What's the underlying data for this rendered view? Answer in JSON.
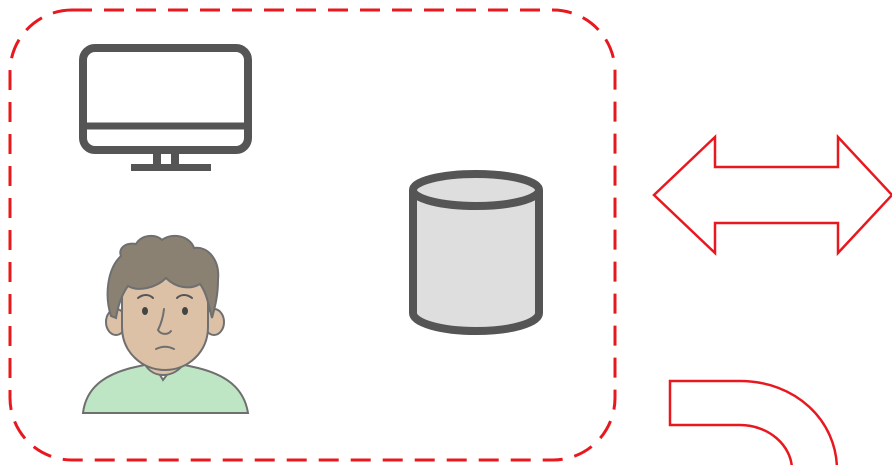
{
  "diagram": {
    "elements": [
      {
        "name": "local-group-boundary",
        "shape": "dashed-rounded-rectangle",
        "color": "#e8181f"
      },
      {
        "name": "monitor-icon",
        "icon": "monitor",
        "color": "#555555"
      },
      {
        "name": "database-icon",
        "icon": "database-cylinder",
        "fill": "#dedede",
        "stroke": "#555555"
      },
      {
        "name": "user-avatar-icon",
        "icon": "person",
        "skin": "#dcc1a6",
        "hair": "#8b8173",
        "shirt": "#bfe6c4"
      },
      {
        "name": "bidirectional-arrow",
        "icon": "double-headed-arrow",
        "color": "#e8181f"
      },
      {
        "name": "curved-arrow",
        "icon": "u-turn-arrow",
        "color": "#e8181f"
      }
    ]
  }
}
